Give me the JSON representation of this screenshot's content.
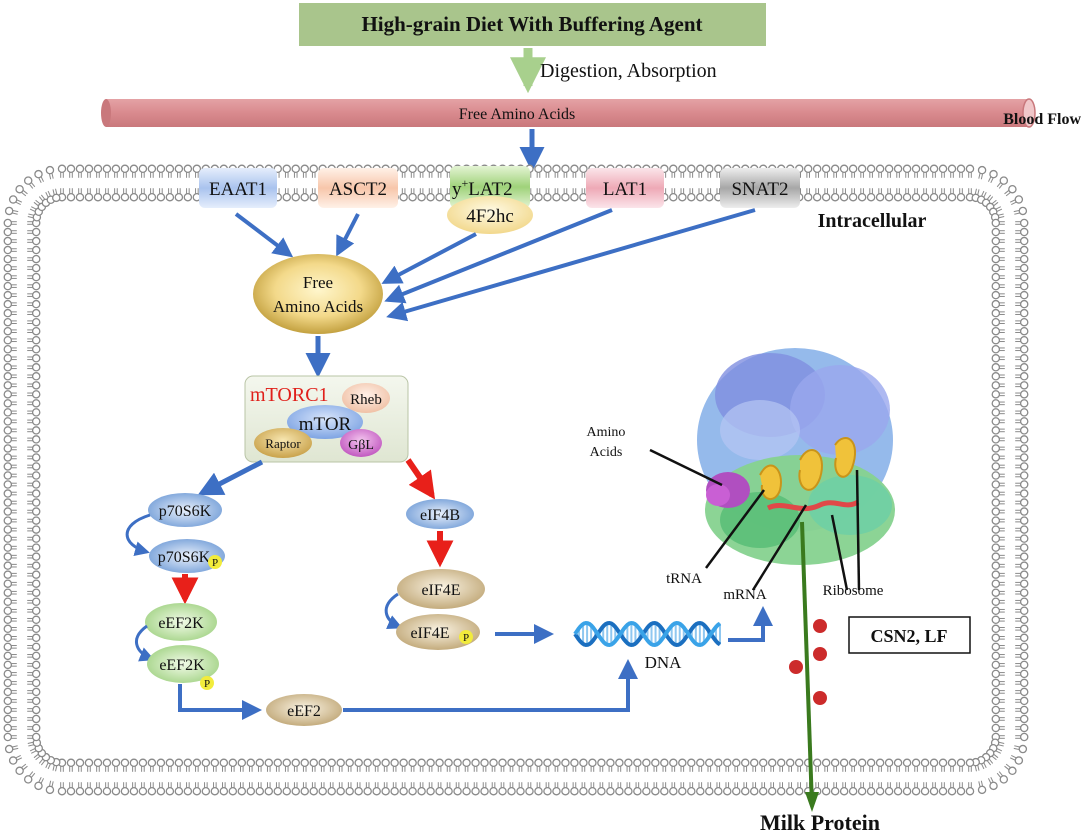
{
  "header": {
    "diet_label": "High-grain Diet With Buffering Agent",
    "digestion_label": "Digestion, Absorption"
  },
  "blood": {
    "vessel_label": "Free Amino Acids",
    "flow_label": "Blood Flow"
  },
  "cell": {
    "region_label": "Intracellular"
  },
  "transporters": {
    "eaat1": "EAAT1",
    "asct2": "ASCT2",
    "ylat2_sup": "+",
    "ylat2_pre": "y",
    "ylat2_post": "LAT2",
    "f2hc": "4F2hc",
    "lat1": "LAT1",
    "snat2": "SNAT2"
  },
  "amino_pool": {
    "line1": "Free",
    "line2": "Amino Acids"
  },
  "mtorc1": {
    "title": "mTORC1",
    "rheb": "Rheb",
    "mtor": "mTOR",
    "raptor": "Raptor",
    "gbl": "GβL"
  },
  "left_branch": {
    "p70s6k": "p70S6K",
    "p70s6k_p": "p70S6K",
    "eef2k": "eEF2K",
    "eef2k_p": "eEF2K",
    "eef2": "eEF2",
    "phospho": "P"
  },
  "right_branch": {
    "eif4b": "eIF4B",
    "eif4e": "eIF4E",
    "eif4e_p": "eIF4E",
    "phospho": "P"
  },
  "translation": {
    "dna": "DNA",
    "mrna": "mRNA",
    "trna": "tRNA",
    "ribosome": "Ribosome",
    "amino_line1": "Amino",
    "amino_line2": "Acids",
    "product_box": "CSN2, LF",
    "milk_protein": "Milk Protein"
  },
  "colors": {
    "header_fill": "#a9c58c",
    "vessel_fill": "#d98a8e",
    "arrow_blue": "#3d6fc4",
    "arrow_red": "#e8201a",
    "arrow_green": "#a8d08d",
    "membrane": "#8a8a8a",
    "milk_stem": "#3a7a1e",
    "protein_dot": "#cc2b2b",
    "mtorc1_red": "#e0201a"
  }
}
